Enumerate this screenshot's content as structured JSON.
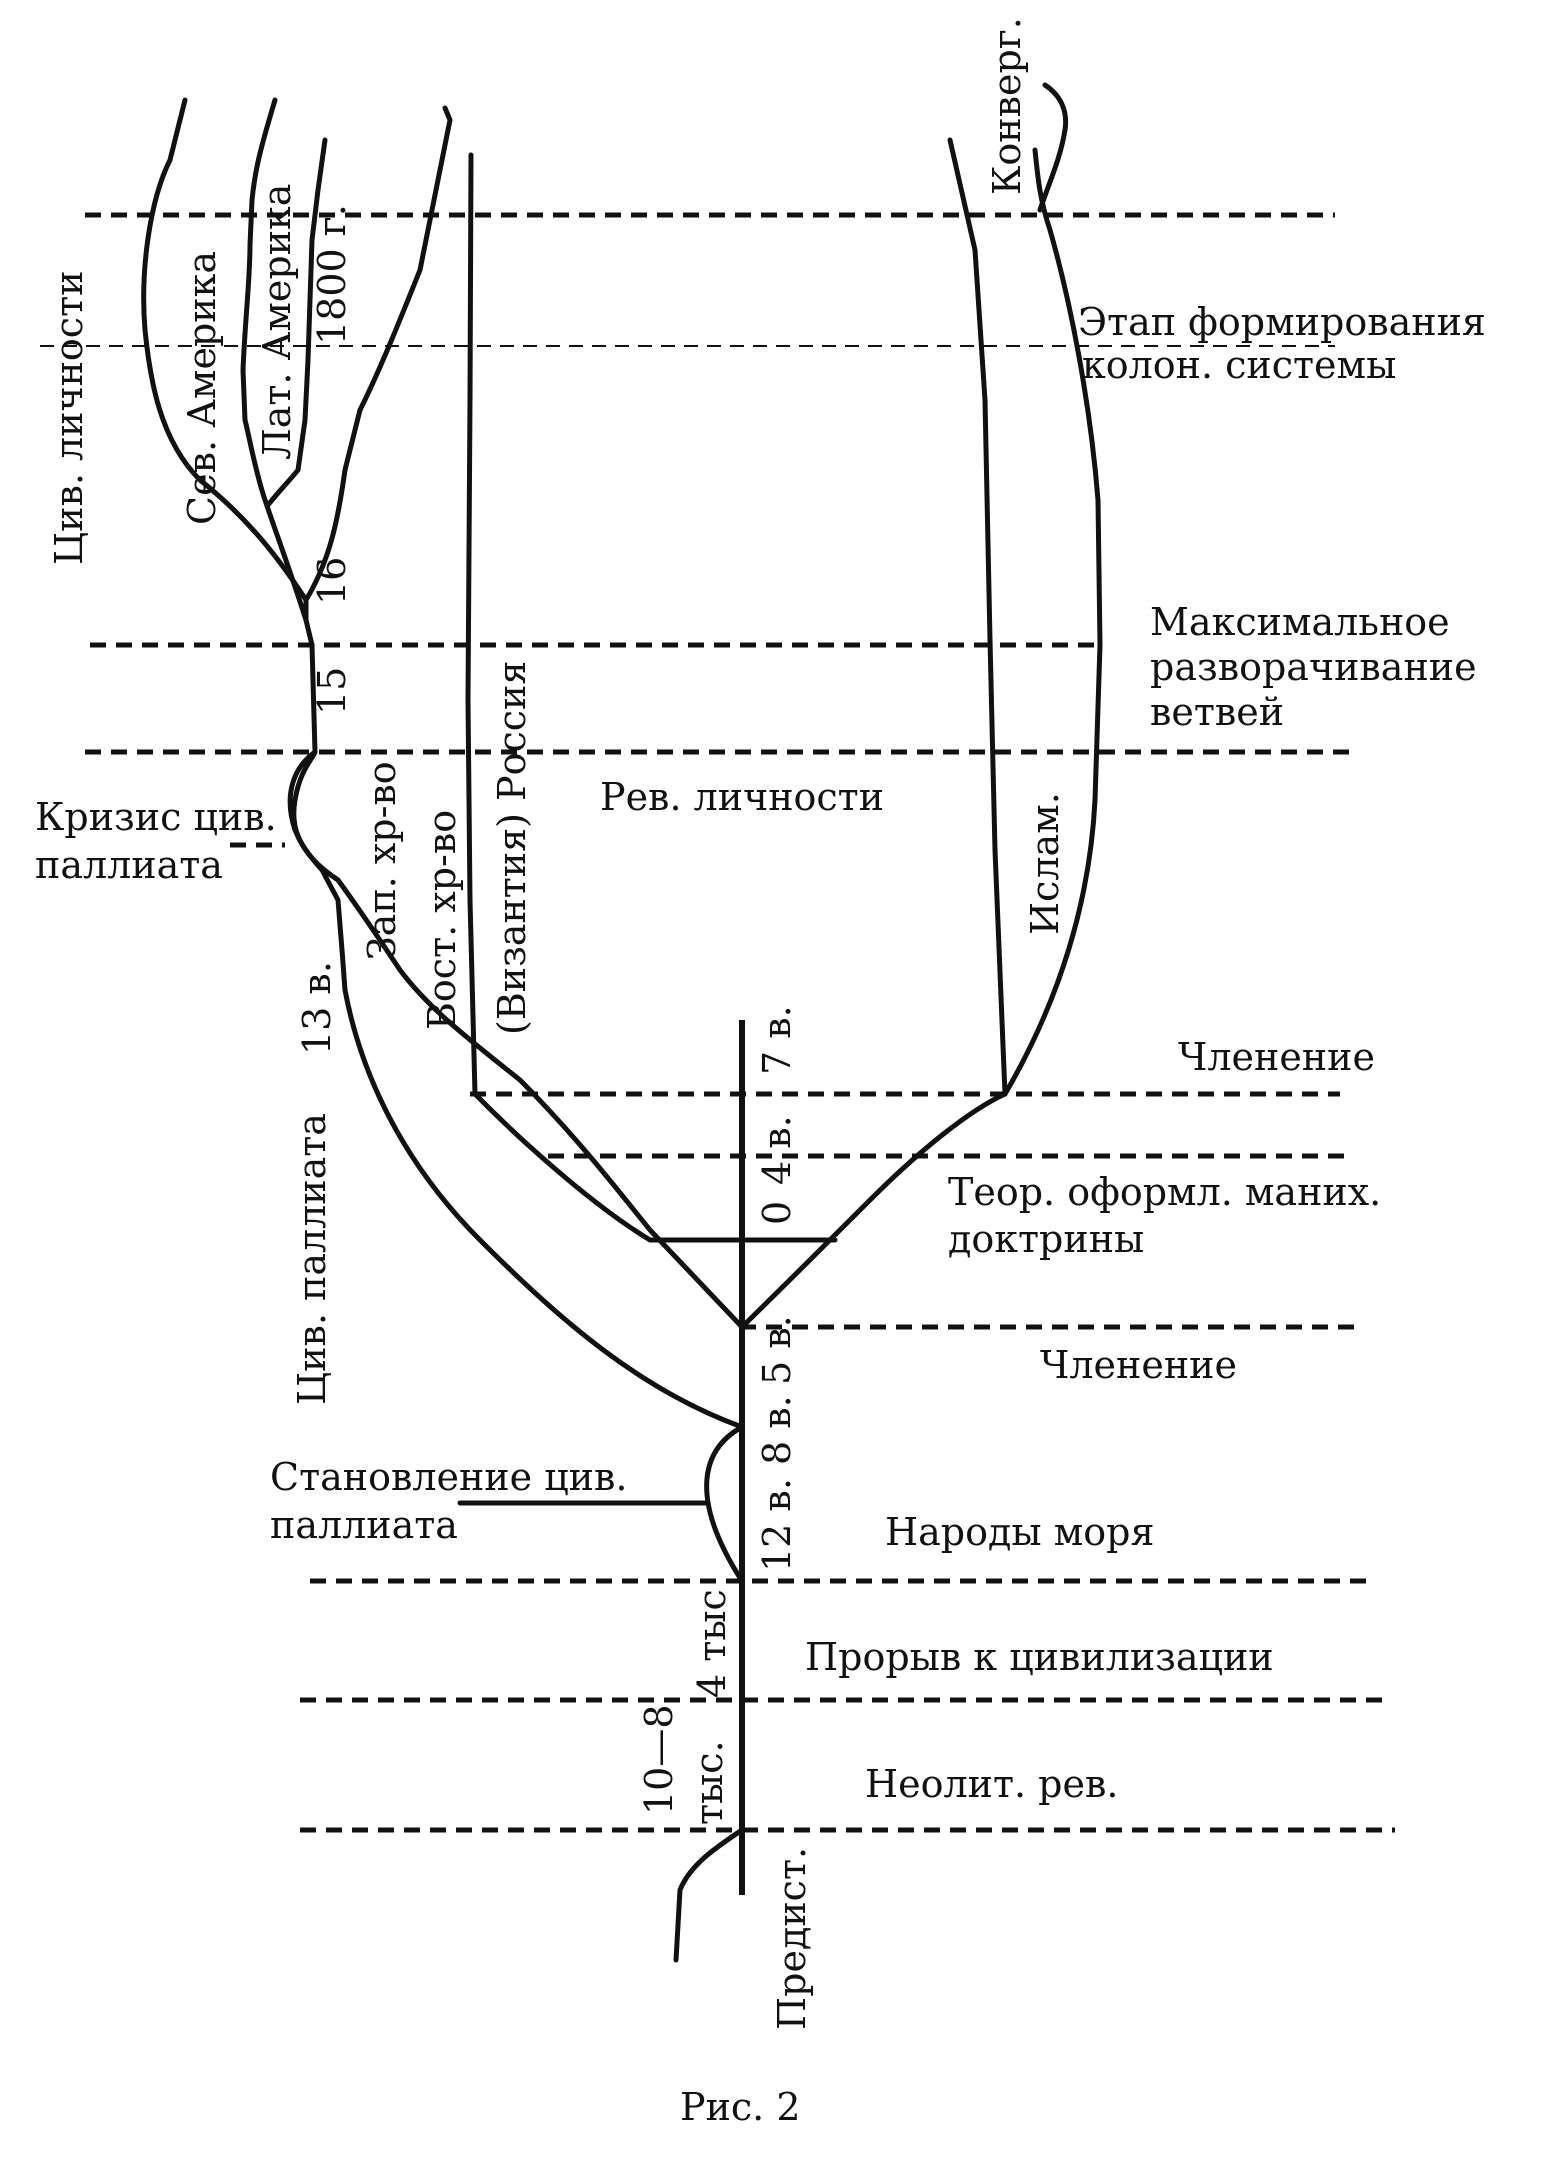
{
  "labels": {
    "civ_personality": "Цив. личности",
    "north_america": "Сев. Америка",
    "latin_america": "Лат. Америка",
    "year_1800": "1800 г.",
    "century_16": "16",
    "century_15": "15",
    "west_christianity": "Зап. хр-во",
    "east_christianity": "Вост. хр-во",
    "byzantium_russia": "(Византия) Россия",
    "konverg": "Конверг.",
    "colonial_stage_1": "Этап формирования",
    "colonial_stage_2": "колон. системы",
    "max_unfold_1": "Максимальное",
    "max_unfold_2": "разворачивание",
    "max_unfold_3": "ветвей",
    "rev_personality": "Рев. личности",
    "crisis_1": "Кризис цив.",
    "crisis_2": "паллиата",
    "islam": "Ислам.",
    "century_13": "13 в.",
    "century_7": "7 в.",
    "division_upper": "Членение",
    "century_4": "4 в.",
    "zero": "0",
    "theor_1": "Теор. оформл. маних.",
    "theor_2": "доктрины",
    "civ_palliate": "Цив. паллиата",
    "century_5": "5 в.",
    "division_lower": "Членение",
    "century_8": "8 в.",
    "formation_1": "Становление цив.",
    "formation_2": "паллиата",
    "century_12": "12 в.",
    "sea_peoples": "Народы моря",
    "four_thousand": "4 тыс",
    "breakthrough": "Прорыв к цивилизации",
    "range_10_8": "10—8",
    "thousand": "тыс.",
    "neolithic": "Неолит. рев.",
    "prehistory": "Предист.",
    "caption": "Рис. 2"
  }
}
